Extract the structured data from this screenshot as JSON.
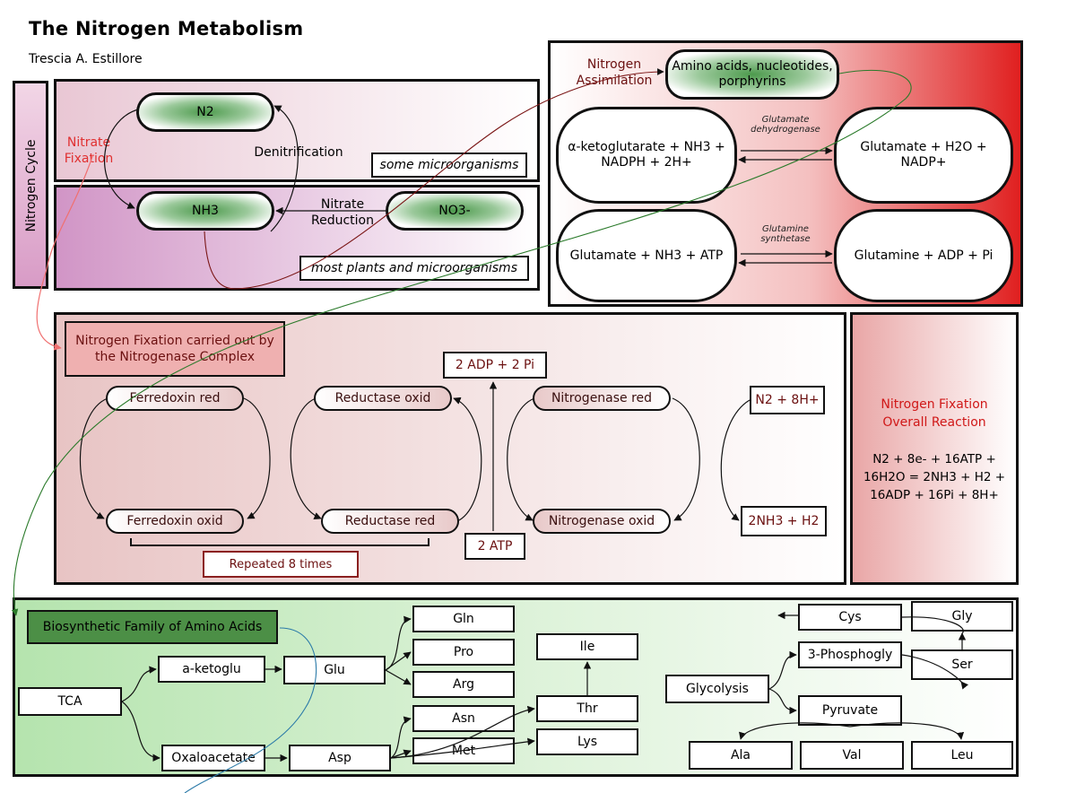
{
  "title": "The Nitrogen Metabolism",
  "author": "Trescia A. Estillore",
  "cycle": {
    "side_label": "Nitrogen Cycle",
    "n2": "N2",
    "nh3": "NH3",
    "no3": "NO3-",
    "nitrate_fixation": "Nitrate Fixation",
    "denitrification": "Denitrification",
    "some_micro": "some microorganisms",
    "nitrate_reduction": "Nitrate Reduction",
    "most_plants": "most plants and microorganisms"
  },
  "assimilation": {
    "label": "Nitrogen Assimilation",
    "products": "Amino acids, nucleotides, porphyrins",
    "left1": "α-ketoglutarate + NH3 + NADPH + 2H+",
    "enzyme1": "Glutamate dehydrogenase",
    "right1": "Glutamate + H2O + NADP+",
    "left2": "Glutamate + NH3 + ATP",
    "enzyme2": "Glutamine synthetase",
    "right2": "Glutamine + ADP + Pi"
  },
  "fixation": {
    "heading": "Nitrogen Fixation carried out by the Nitrogenase Complex",
    "adp": "2 ADP + 2 Pi",
    "atp": "2 ATP",
    "fd_red": "Ferredoxin red",
    "fd_oxid": "Ferredoxin oxid",
    "red_oxid": "Reductase oxid",
    "red_red": "Reductase red",
    "nit_red": "Nitrogenase red",
    "nit_oxid": "Nitrogenase oxid",
    "n2_in": "N2 + 8H+",
    "nh3_out": "2NH3 + H2",
    "repeated": "Repeated 8 times"
  },
  "overall": {
    "heading": "Nitrogen Fixation Overall Reaction",
    "equation": "N2 + 8e- + 16ATP + 16H2O = 2NH3 + H2 + 16ADP + 16Pi + 8H+"
  },
  "amino": {
    "heading": "Biosynthetic Family of Amino Acids",
    "tca": "TCA",
    "aketoglu": "a-ketoglu",
    "glu": "Glu",
    "gln": "Gln",
    "pro": "Pro",
    "arg": "Arg",
    "oxaloacetate": "Oxaloacetate",
    "asp": "Asp",
    "asn": "Asn",
    "met": "Met",
    "thr": "Thr",
    "lys": "Lys",
    "ile": "Ile",
    "glycolysis": "Glycolysis",
    "cys": "Cys",
    "gly": "Gly",
    "phosphogly": "3-Phosphogly",
    "ser": "Ser",
    "pyruvate": "Pyruvate",
    "ala": "Ala",
    "val": "Val",
    "leu": "Leu"
  },
  "colors": {
    "red_accent": "#e02020",
    "maroon": "#6b1010",
    "green_panel": "#c7ecc2",
    "pink_panel": "#e4b8d8"
  }
}
